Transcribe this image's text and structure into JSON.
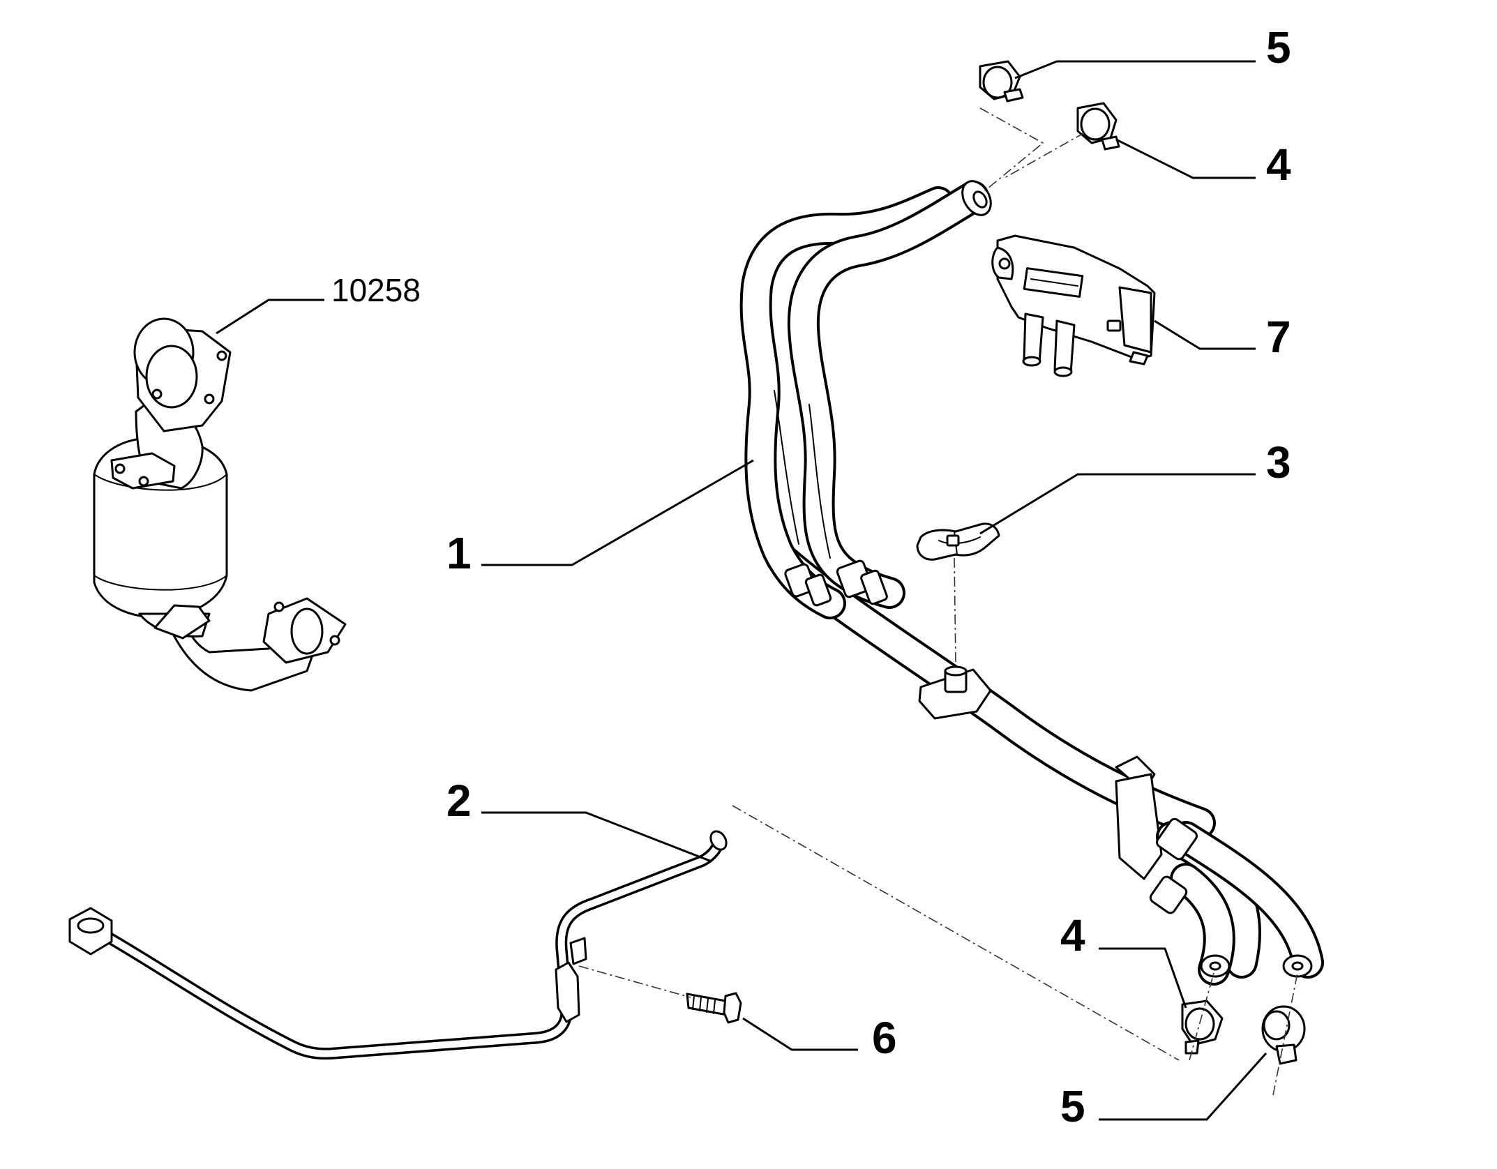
{
  "diagram": {
    "background": "#ffffff",
    "line_color": "#000000",
    "callouts": {
      "ref_10258": "10258",
      "c1": "1",
      "c2": "2",
      "c3": "3",
      "c4_top": "4",
      "c4_bottom": "4",
      "c5_top": "5",
      "c5_bottom": "5",
      "c6": "6",
      "c7": "7"
    },
    "icons": {
      "catalytic_converter": "catalytic-converter-icon",
      "hose": "hose-assembly-icon",
      "pipe": "pipe-icon",
      "clip": "clamp-icon",
      "bracket": "bracket-icon",
      "bolt": "bolt-icon",
      "sensor": "pressure-sensor-icon"
    }
  }
}
